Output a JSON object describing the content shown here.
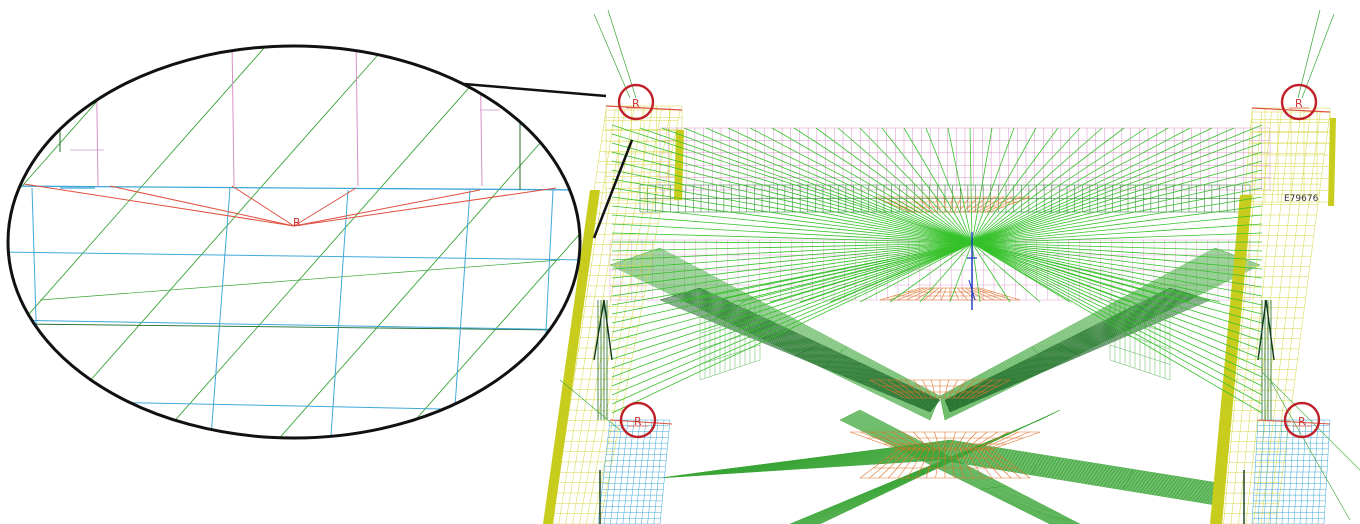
{
  "colors": {
    "background": "#ffffff",
    "yellow_mesh": "#d6d640",
    "yellow_beam": "#c8cc1c",
    "green_mesh": "#3aa536",
    "green_bright": "#36c22a",
    "dark_green": "#1f6b2a",
    "pink_mesh": "#d890c8",
    "red_mesh": "#e05040",
    "orange_mesh": "#e0742c",
    "cyan_mesh": "#40a8d8",
    "blue_axis": "#1838c8",
    "highlight_circle": "#c0202a",
    "callout_outline": "#111111"
  },
  "markers": [
    {
      "name": "support-marker-top-left",
      "label": "R"
    },
    {
      "name": "support-marker-top-right",
      "label": "R"
    },
    {
      "name": "support-marker-bottom-left",
      "label": "R"
    },
    {
      "name": "support-marker-bottom-right",
      "label": "R"
    }
  ],
  "zoom": {
    "marker_label": "R"
  },
  "element_label": "E79676"
}
